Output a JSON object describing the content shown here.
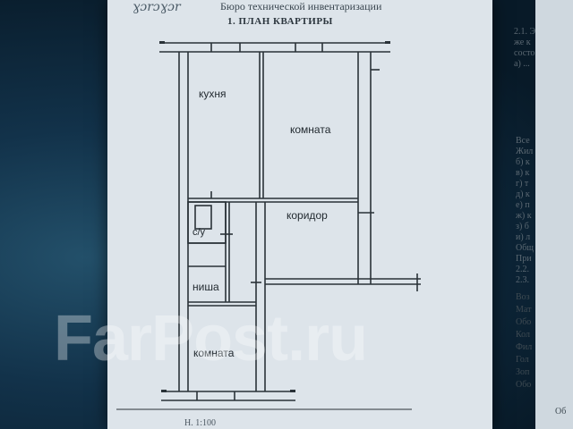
{
  "document": {
    "header_scribble": "ɣɔrɔɣɔr",
    "bureau_title": "Бюро технической инвентаризации",
    "plan_title": "1. ПЛАН КВАРТИРЫ",
    "footer": "Н. 1:100"
  },
  "rooms": [
    {
      "label": "кухня"
    },
    {
      "label": "комната"
    },
    {
      "label": "коридор"
    },
    {
      "label": "с/у"
    },
    {
      "label": "ниша"
    },
    {
      "label": "комната"
    }
  ],
  "right_page_fragments": {
    "top": "2.1. Э\nже к\nсосто\nа) ...",
    "middle": "Все\nЖил\nб) к\nв) к\nг) т\nд) к\nе) п\nж) к\nз) б\nи) л\nОбщ\nПри\n2.2.\n2.3.",
    "bottom": "Воз\nМат\nОбо\nКол\nФил\nГол\nЗоп\nОбо"
  },
  "far_right_fragment": "Об",
  "watermark": "FarPost.ru",
  "colors": {
    "background": "#0c2436",
    "paper": "#dde4ea",
    "ink": "#2a3238",
    "watermark": "#ffffff"
  }
}
